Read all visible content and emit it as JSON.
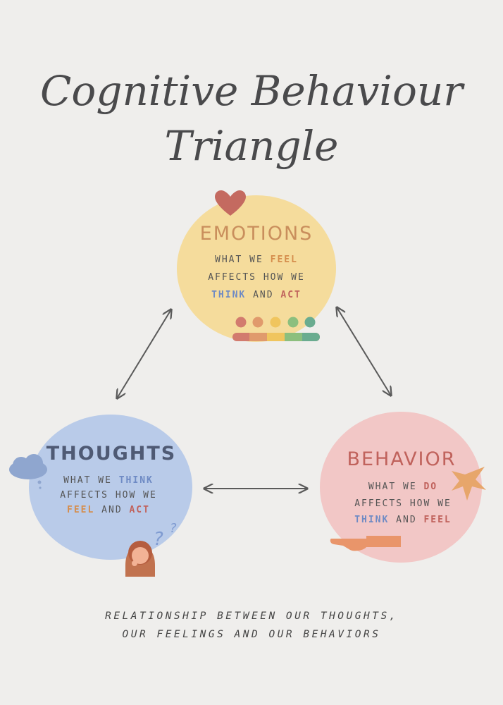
{
  "title": {
    "line1": "Cognitive Behaviour",
    "line2": "Triangle"
  },
  "emotions": {
    "heading": "EMOTIONS",
    "line1_pre": "WHAT WE ",
    "line1_hl": "FEEL",
    "line2": "AFFECTS HOW WE",
    "line3_hl1": "THINK",
    "line3_mid": " AND ",
    "line3_hl2": "ACT",
    "icon": "heart-icon",
    "scale_icon": "mood-scale-icon",
    "scale_colors": [
      "#d27b6e",
      "#e09a6c",
      "#f0c55e",
      "#8cbf7e",
      "#6aac90"
    ]
  },
  "thoughts": {
    "heading": "THOUGHTS",
    "line1_pre": "WHAT WE ",
    "line1_hl": "THINK",
    "line2": "AFFECTS HOW WE",
    "line3_hl1": "FEEL",
    "line3_mid": " AND ",
    "line3_hl2": "ACT",
    "icon": "thought-cloud-icon",
    "person_icon": "thinking-person-icon"
  },
  "behavior": {
    "heading": "BEHAVIOR",
    "line1_pre": "WHAT WE ",
    "line1_hl": "DO",
    "line2": "AFFECTS HOW WE",
    "line3_hl1": "THINK",
    "line3_mid": " AND ",
    "line3_hl2": "FEEL",
    "icon": "star-burst-icon",
    "hand_icon": "pointing-hand-icon"
  },
  "footer": {
    "line1": "RELATIONSHIP BETWEEN OUR THOUGHTS,",
    "line2": "OUR FEELINGS AND OUR BEHAVIORS"
  },
  "colors": {
    "emotions_bg": "#f5dc9c",
    "thoughts_bg": "#b9cbe9",
    "behavior_bg": "#f2c7c6",
    "arrow": "#5a5a5a"
  }
}
